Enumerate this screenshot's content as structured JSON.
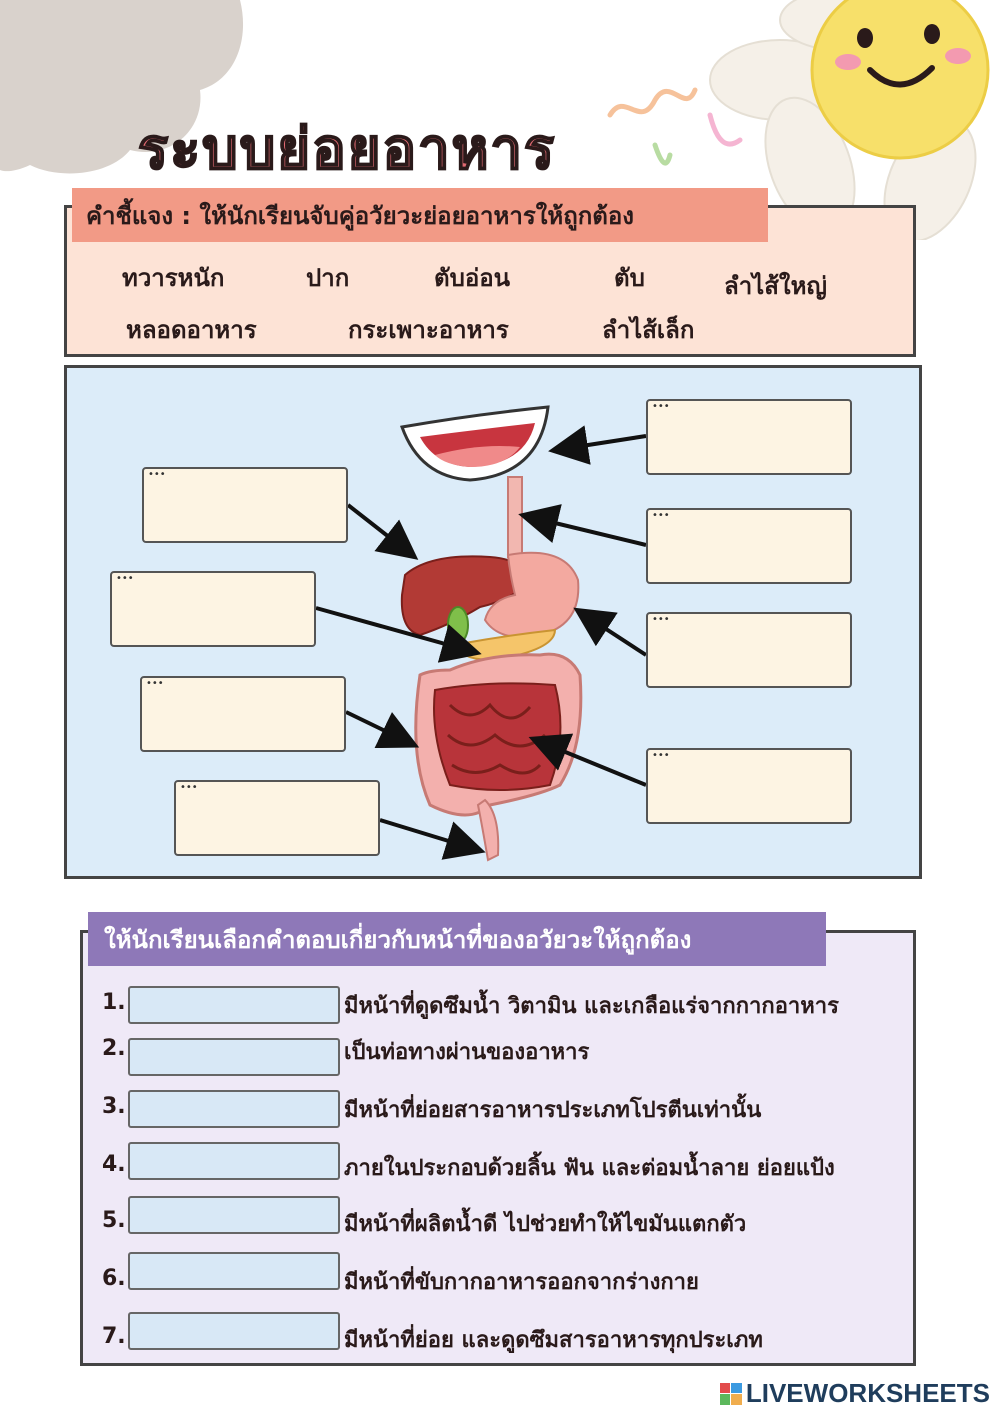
{
  "title": "ระบบย่อยอาหาร",
  "instruction": {
    "label": "คำชี้แจง : ให้นักเรียนจับคู่อวัยวะย่อยอาหารให้ถูกต้อง",
    "words": [
      "ทวารหนัก",
      "ปาก",
      "ตับอ่อน",
      "ตับ",
      "ลำไส้ใหญ่",
      "หลอดอาหาร",
      "กระเพาะอาหาร",
      "ลำไส้เล็ก"
    ]
  },
  "diagram": {
    "box_dots": "•••"
  },
  "questions": {
    "heading": "ให้นักเรียนเลือกคำตอบเกี่ยวกับหน้าที่ของอวัยวะให้ถูกต้อง",
    "items": [
      {
        "num": "1.",
        "text": "มีหน้าที่ดูดซึมน้ำ วิตามิน และเกลือแร่จากกากอาหาร"
      },
      {
        "num": "2.",
        "text": "เป็นท่อทางผ่านของอาหาร"
      },
      {
        "num": "3.",
        "text": "มีหน้าที่ย่อยสารอาหารประเภทโปรตีนเท่านั้น"
      },
      {
        "num": "4.",
        "text": "ภายในประกอบด้วยลิ้น ฟัน และต่อมน้ำลาย ย่อยแป้ง"
      },
      {
        "num": "5.",
        "text": "มีหน้าที่ผลิตน้ำดี ไปช่วยทำให้ไขมันแตกตัว"
      },
      {
        "num": "6.",
        "text": "มีหน้าที่ขับกากอาหารออกจากร่างกาย"
      },
      {
        "num": "7.",
        "text": "มีหน้าที่ย่อย และดูดซึมสารอาหารทุกประเภท"
      }
    ]
  },
  "footer": {
    "brand": "LIVEWORKSHEETS"
  },
  "colors": {
    "title": "#e06a72",
    "instruction_banner": "#f29a86",
    "instruction_box": "#fde3d6",
    "diagram_bg": "#dcecf9",
    "question_banner": "#8e78b8",
    "question_box": "#efe9f7"
  },
  "icons": [
    "cloud-decoration",
    "sun-flower-decoration",
    "swirl-decoration",
    "three-dots-icon",
    "arrow-icon",
    "digestive-system-illustration"
  ]
}
